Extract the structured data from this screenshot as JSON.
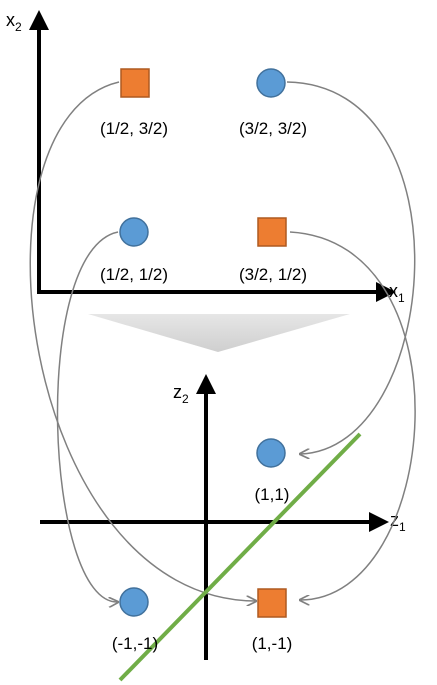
{
  "top_axes": {
    "x_label": "x",
    "x_sub": "1",
    "y_label": "x",
    "y_sub": "2"
  },
  "bottom_axes": {
    "x_label": "z",
    "x_sub": "1",
    "y_label": "z",
    "y_sub": "2"
  },
  "top_points": [
    {
      "label": "(1/2, 3/2)",
      "shape": "square",
      "color": "#ED7D31"
    },
    {
      "label": "(3/2, 3/2)",
      "shape": "circle",
      "color": "#5B9BD5"
    },
    {
      "label": "(1/2, 1/2)",
      "shape": "circle",
      "color": "#5B9BD5"
    },
    {
      "label": "(3/2, 1/2)",
      "shape": "square",
      "color": "#ED7D31"
    }
  ],
  "bottom_points": [
    {
      "label": "(1,1)",
      "shape": "circle",
      "color": "#5B9BD5"
    },
    {
      "label": "(-1,-1)",
      "shape": "circle",
      "color": "#5B9BD5"
    },
    {
      "label": "(1,-1)",
      "shape": "square",
      "color": "#ED7D31"
    }
  ],
  "colors": {
    "blue": "#5B9BD5",
    "blue_stroke": "#41719C",
    "orange": "#ED7D31",
    "orange_stroke": "#AE5A21",
    "separator": "#70AD47",
    "mapping_arrow": "#808080",
    "transition": "#D9D9D9"
  }
}
